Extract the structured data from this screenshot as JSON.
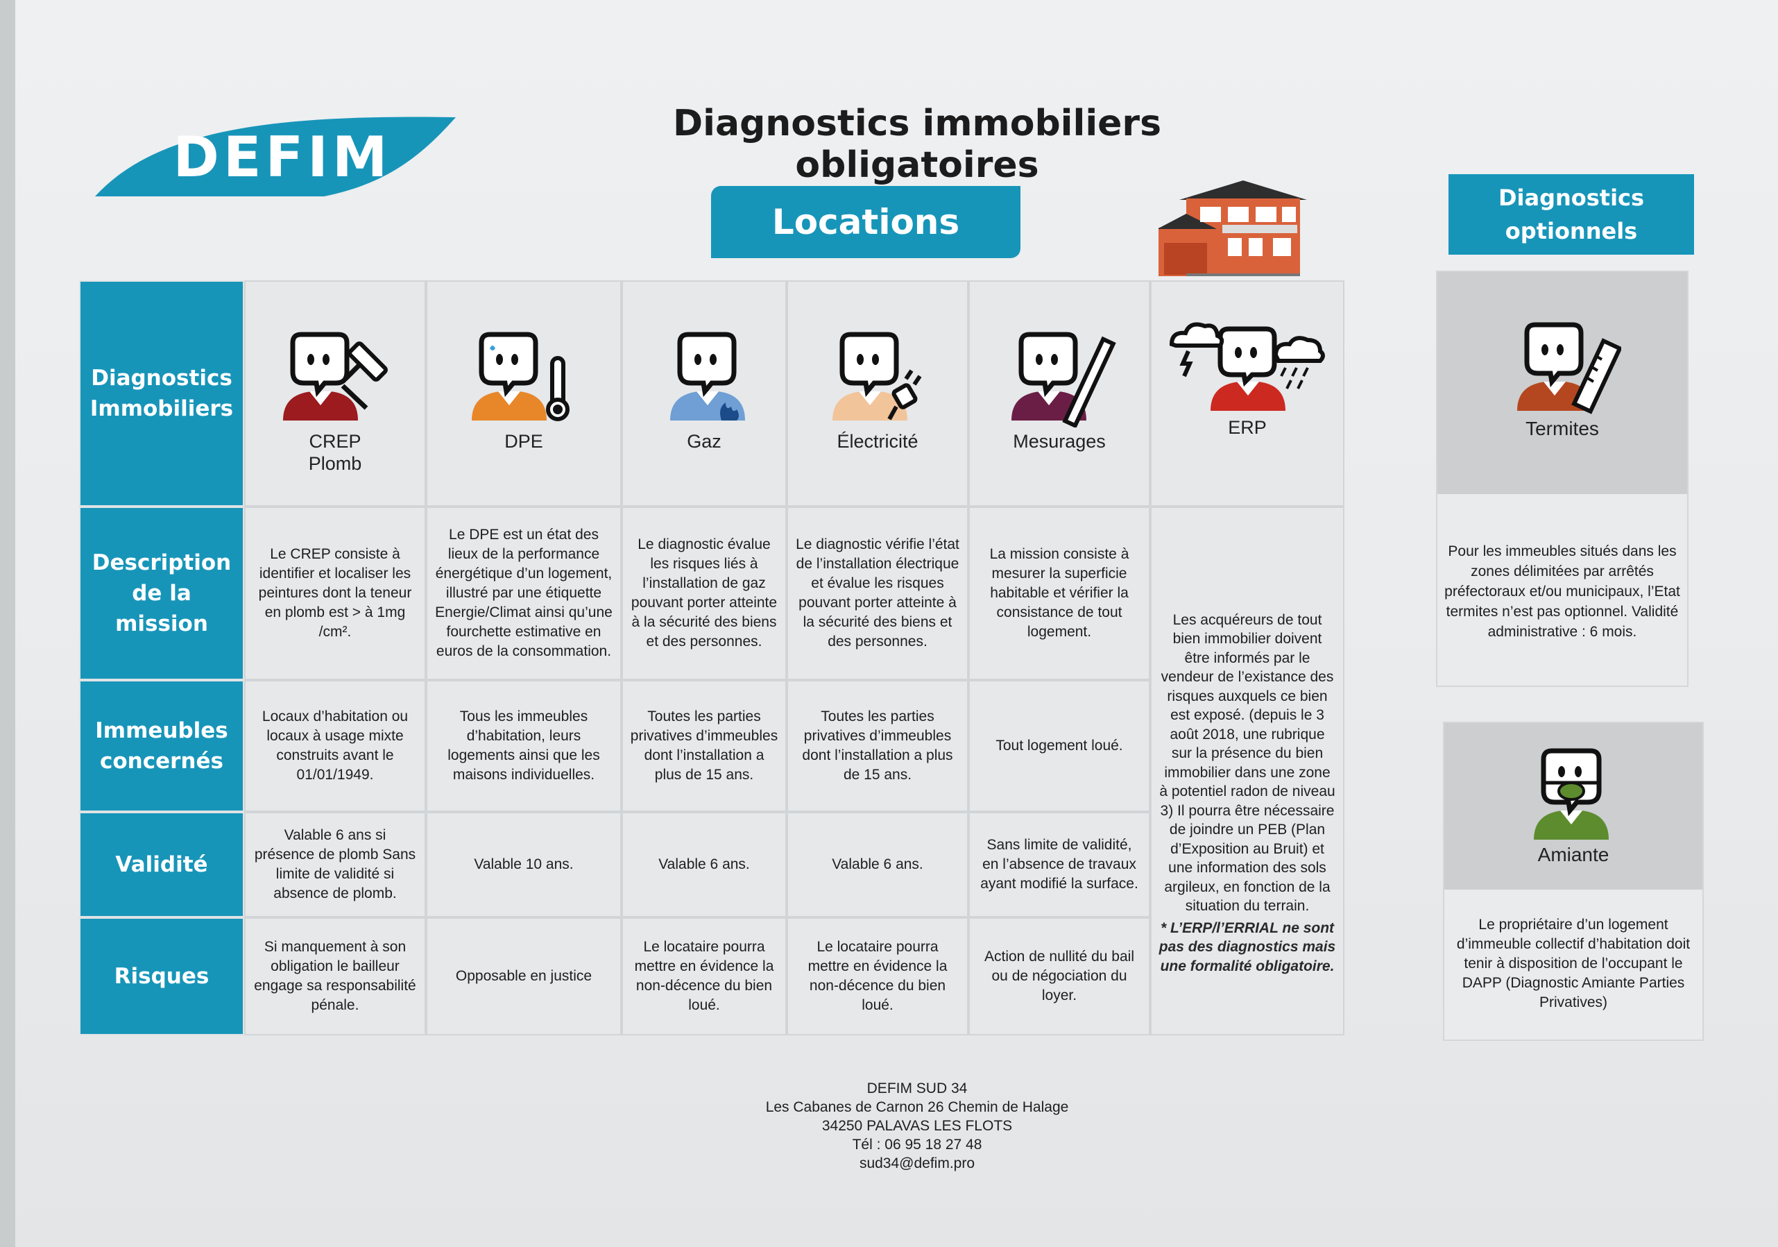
{
  "logo": {
    "text": "DEFIM"
  },
  "title": "Diagnostics immobiliers obligatoires",
  "locations_label": "Locations",
  "optional_title": "Diagnostics\noptionnels",
  "row_headers": [
    "Diagnostics\nImmobiliers",
    "Description\nde la mission",
    "Immeubles\nconcernés",
    "Validité",
    "Risques"
  ],
  "diagnostics": [
    {
      "label": "CREP\nPlomb",
      "shirt": "#9c1b1f",
      "icon": "paint-roller-icon",
      "description": "Le CREP consiste à identifier et localiser les peintures dont la teneur en plomb est > à 1mg /cm².",
      "buildings": "Locaux d’habitation ou locaux à usage mixte construits avant le 01/01/1949.",
      "validity": "Valable 6 ans si présence de plomb Sans limite de validité si absence de plomb.",
      "risks": "Si manquement à son obligation le bailleur engage sa responsabilité pénale."
    },
    {
      "label": "DPE",
      "shirt": "#e8862a",
      "icon": "thermometer-icon",
      "description": "Le DPE est un état des lieux de la performance énergétique d’un logement, illustré par une étiquette Energie/Climat ainsi qu’une fourchette estimative en euros de la consommation.",
      "buildings": "Tous les immeubles d’habitation, leurs logements ainsi que les maisons individuelles.",
      "validity": "Valable 10 ans.",
      "risks": "Opposable en justice"
    },
    {
      "label": "Gaz",
      "shirt": "#6f9fd4",
      "icon": "flame-icon",
      "description": "Le diagnostic évalue les risques liés à l’installation de gaz pouvant porter atteinte à la sécurité des biens et des personnes.",
      "buildings": "Toutes les parties privatives d’immeubles dont l’installation a plus de 15 ans.",
      "validity": "Valable 6 ans.",
      "risks": "Le locataire pourra mettre en évidence la non-décence du bien loué."
    },
    {
      "label": "Électricité",
      "shirt": "#f2c49a",
      "icon": "plug-icon",
      "description": "Le diagnostic vérifie l’état de l’installation électrique et évalue les risques pouvant porter atteinte à la sécurité des biens et des personnes.",
      "buildings": "Toutes les parties privatives d’immeubles dont l’installation a plus de 15 ans.",
      "validity": "Valable 6 ans.",
      "risks": "Le locataire pourra mettre en évidence la non-décence du bien loué."
    },
    {
      "label": "Mesurages",
      "shirt": "#6a1e45",
      "icon": "ruler-icon",
      "description": "La mission consiste à mesurer la superficie habitable et vérifier la consistance de tout logement.",
      "buildings": "Tout logement loué.",
      "validity": "Sans limite de validité, en l’absence de travaux ayant modifié la surface.",
      "risks": "Action de nullité du bail ou de négociation du loyer."
    },
    {
      "label": "ERP",
      "shirt": "#cc2a20",
      "icon": "storm-cloud-icon",
      "description": "Les acquéreurs de tout bien immobilier doivent être informés par le vendeur de l’existance des risques auxquels ce bien est exposé. (depuis le 3 août 2018, une rubrique sur la présence du bien immobilier dans une zone à potentiel radon de niveau 3) Il pourra être nécessaire de joindre un PEB (Plan d’Exposition au Bruit) et une information des sols argileux, en fonction de la situation du terrain.",
      "note": "* L’ERP/l’ERRIAL ne sont pas des diagnostics mais une formalité obligatoire."
    }
  ],
  "optional": [
    {
      "label": "Termites",
      "shirt": "#b4471f",
      "icon": "wood-icon",
      "text": "Pour les immeubles situés dans les zones délimitées par arrêtés préfectoraux et/ou municipaux, l’Etat termites n’est pas optionnel. Validité administrative : 6 mois."
    },
    {
      "label": "Amiante",
      "shirt": "#5d8c2e",
      "icon": "mask-icon",
      "text": "Le propriétaire d’un logement d’immeuble collectif d’habitation doit tenir à disposition de l’occupant le DAPP (Diagnostic Amiante Parties Privatives)"
    }
  ],
  "footer": [
    "DEFIM SUD 34",
    "Les Cabanes de Carnon 26 Chemin de Halage",
    "34250 PALAVAS LES FLOTS",
    "Tél : 06 95 18 27 48",
    "sud34@defim.pro"
  ],
  "colors": {
    "brand": "#1795b9",
    "row_header": "#1795b9"
  }
}
